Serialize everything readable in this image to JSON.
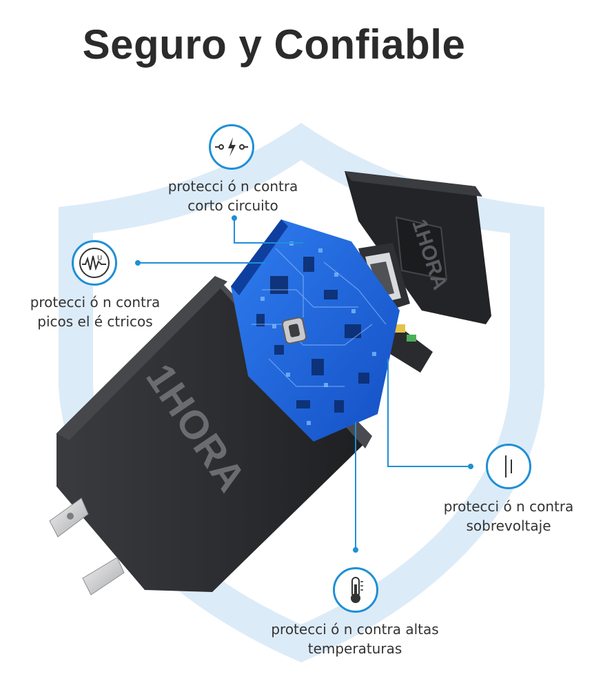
{
  "page": {
    "title": "Seguro y Confiable"
  },
  "brand": {
    "logo_text": "1HORA"
  },
  "features": [
    {
      "icon": "short-circuit-icon",
      "line1": "protecci ó n contra",
      "line2": "corto circuito"
    },
    {
      "icon": "surge-wave-icon",
      "line1": "protecci ó n contra",
      "line2": "picos el é ctricos"
    },
    {
      "icon": "overvoltage-icon",
      "line1": "protecci ó n contra",
      "line2": "sobrevoltaje"
    },
    {
      "icon": "thermometer-icon",
      "line1": "protecci ó n contra altas",
      "line2": "temperaturas"
    }
  ],
  "colors": {
    "accent": "#1f8fd6",
    "shield": "#dcebf8",
    "charger_body": "#2a2b2e",
    "circuit_board": "#1c63d8",
    "title": "#2b2b2b"
  }
}
